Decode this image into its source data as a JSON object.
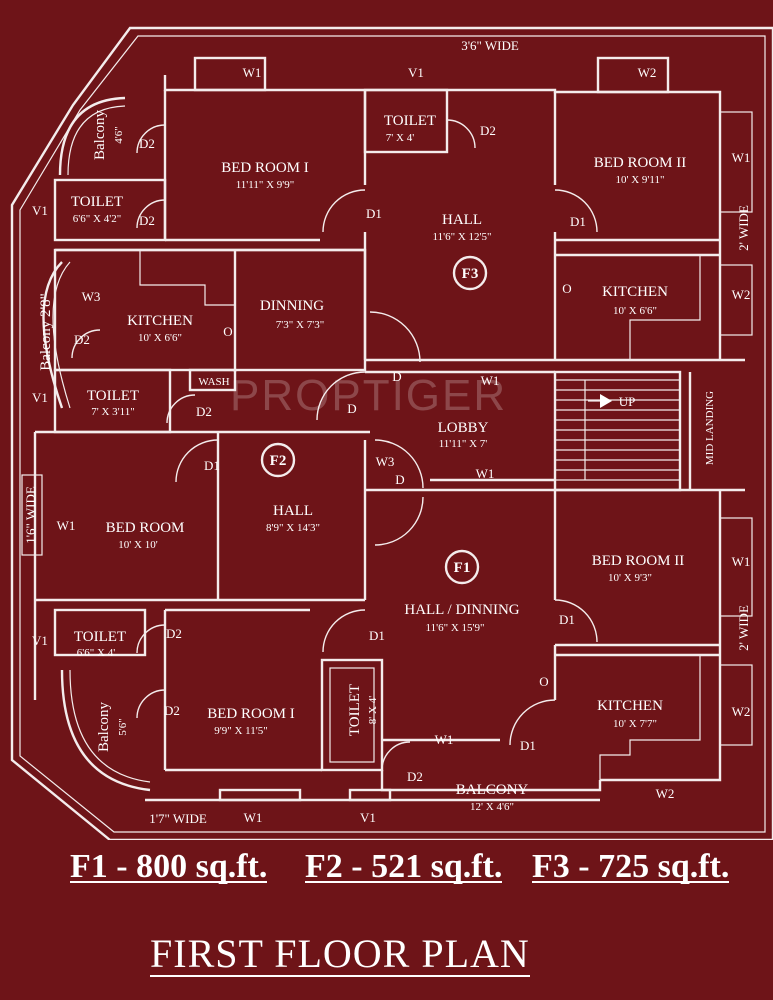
{
  "plan": {
    "wide_top": "3'6\" WIDE",
    "wide_left": "1'6\" WIDE",
    "wide_right_top": "2' WIDE",
    "wide_right_bottom": "2' WIDE",
    "wide_bottom": "1'7\" WIDE",
    "watermark": "PROPTIGER",
    "up": "UP",
    "mid_landing": "MID LANDING",
    "flats": {
      "f1": "F1",
      "f2": "F2",
      "f3": "F3"
    },
    "rooms": {
      "balcony_f3": {
        "name": "Balcony",
        "dim": "4'6\""
      },
      "toilet_f3_left": {
        "name": "TOILET",
        "dim": "6'6\" X 4'2\""
      },
      "bedroom_1_f3": {
        "name": "BED ROOM I",
        "dim": "11'11\" X 9'9\""
      },
      "toilet_f3_center": {
        "name": "TOILET",
        "dim": "7' X 4'"
      },
      "hall_f3": {
        "name": "HALL",
        "dim": "11'6\" X 12'5\""
      },
      "bedroom_2_f3": {
        "name": "BED ROOM II",
        "dim": "10' X 9'11\""
      },
      "kitchen_f3": {
        "name": "KITCHEN",
        "dim": "10' X 6'6\""
      },
      "balcony_f2": {
        "name": "Balcony 2'8\""
      },
      "kitchen_f2": {
        "name": "KITCHEN",
        "dim": "10' X 6'6\""
      },
      "dinning_f2": {
        "name": "DINNING",
        "dim": "7'3\" X 7'3\""
      },
      "toilet_f2": {
        "name": "TOILET",
        "dim": "7' X 3'11\""
      },
      "wash_f2": {
        "name": "WASH"
      },
      "lobby": {
        "name": "LOBBY",
        "dim": "11'11\" X 7'"
      },
      "hall_f2": {
        "name": "HALL",
        "dim": "8'9\" X 14'3\""
      },
      "bedroom_f2": {
        "name": "BED ROOM",
        "dim": "10' X 10'"
      },
      "hall_dinning_f1": {
        "name": "HALL / DINNING",
        "dim": "11'6\" X 15'9\""
      },
      "bedroom_2_f1": {
        "name": "BED ROOM II",
        "dim": "10' X 9'3\""
      },
      "toilet_f1_left": {
        "name": "TOILET",
        "dim": "6'6\" X 4'"
      },
      "balcony_f1_left": {
        "name": "Balcony",
        "dim": "5'6\""
      },
      "bedroom_1_f1": {
        "name": "BED ROOM I",
        "dim": "9'9\" X 11'5\""
      },
      "toilet_f1_center": {
        "name": "TOILET",
        "dim": "8' X 4'"
      },
      "kitchen_f1": {
        "name": "KITCHEN",
        "dim": "10' X 7'7\""
      },
      "balcony_f1": {
        "name": "BALCONY",
        "dim": "12' X 4'6\""
      }
    },
    "tags": {
      "w1": "W1",
      "w2": "W2",
      "w3": "W3",
      "v1": "V1",
      "d1": "D1",
      "d2": "D2",
      "d": "D",
      "o": "O"
    }
  },
  "areas": {
    "f1": "F1 - 800 sq.ft.",
    "f2": "F2 - 521 sq.ft.",
    "f3": "F3 - 725 sq.ft."
  },
  "title": "FIRST FLOOR PLAN",
  "colors": {
    "background": "#6e1418",
    "lines": "#f4ecec"
  }
}
